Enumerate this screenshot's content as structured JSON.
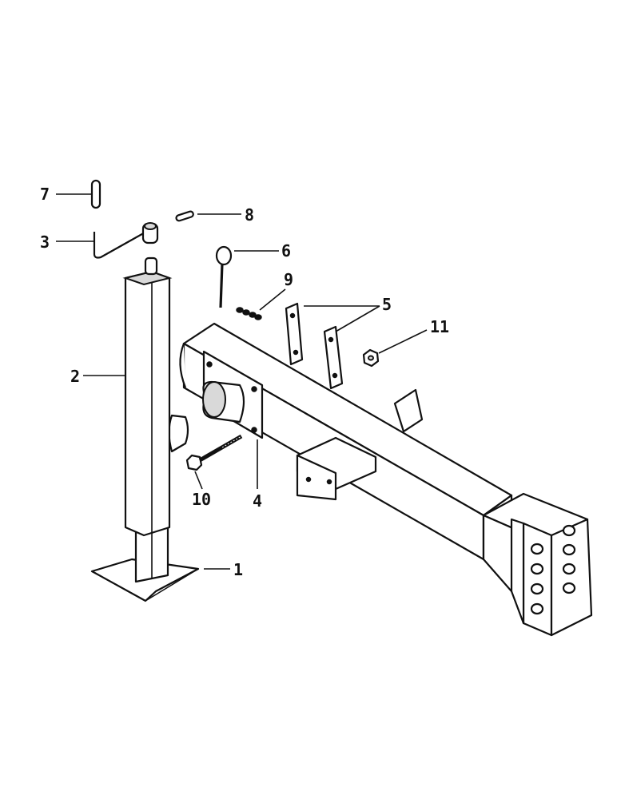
{
  "diagram": {
    "colors": {
      "ink": "#111111",
      "paper": "#ffffff",
      "shade": "#d9d9d9"
    },
    "callouts": {
      "c1": "1",
      "c2": "2",
      "c3": "3",
      "c4": "4",
      "c5": "5",
      "c6": "6",
      "c7": "7",
      "c8": "8",
      "c9": "9",
      "c10": "10",
      "c11": "11"
    }
  }
}
